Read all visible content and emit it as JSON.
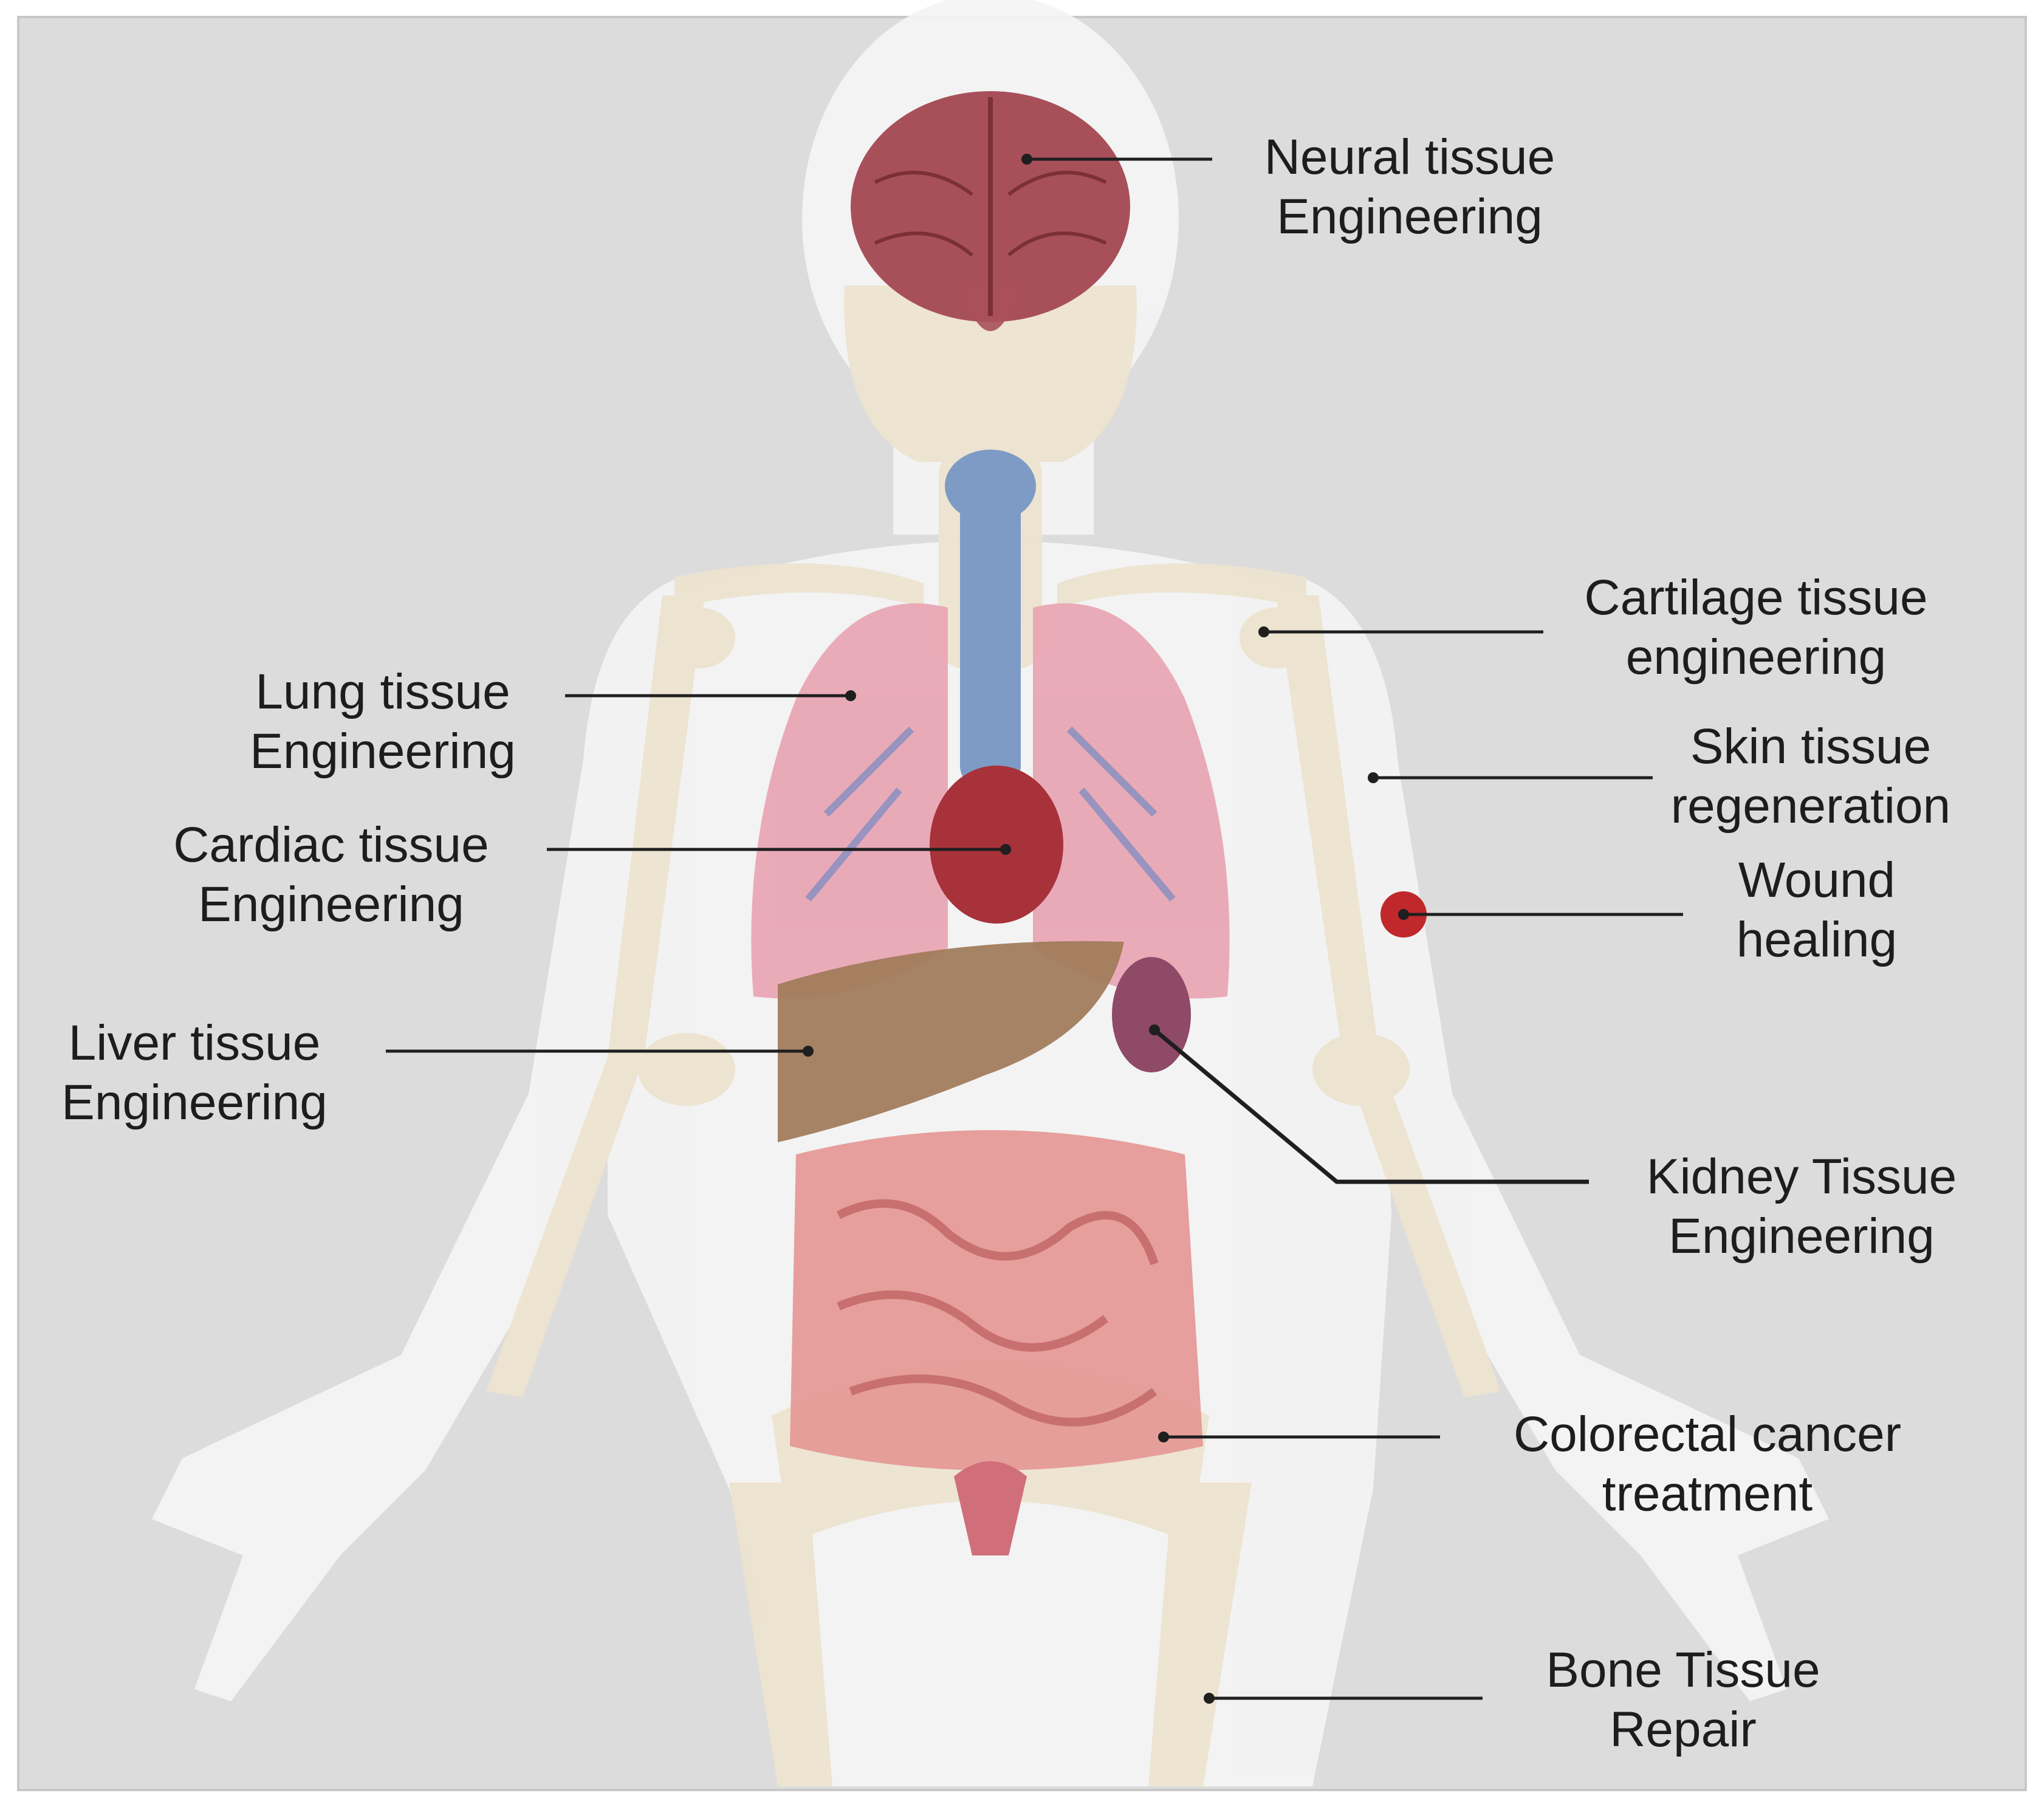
{
  "colors": {
    "background": "#dcdcdc",
    "silhouette": "#f4f4f4",
    "bone": "#ece3cf",
    "brain": "#a8505a",
    "trachea": "#7d9bc4",
    "lung": "#e8a1b0",
    "heart": "#a8323a",
    "liver": "#a07a58",
    "kidney": "#8e4a66",
    "intestine": "#e59a97",
    "wound": "#c0282b",
    "leader_line": "#1f1f1f"
  },
  "labels": [
    {
      "id": "neural",
      "text": "Neural tissue\nEngineering"
    },
    {
      "id": "cartilage",
      "text": "Cartilage tissue\nengineering"
    },
    {
      "id": "skin",
      "text": "Skin tissue\nregeneration"
    },
    {
      "id": "wound",
      "text": "Wound\nhealing"
    },
    {
      "id": "lung",
      "text": "Lung tissue\nEngineering"
    },
    {
      "id": "cardiac",
      "text": "Cardiac tissue\nEngineering"
    },
    {
      "id": "liver",
      "text": "Liver tissue\nEngineering"
    },
    {
      "id": "kidney",
      "text": "Kidney Tissue\nEngineering"
    },
    {
      "id": "colorectal",
      "text": "Colorectal cancer\ntreatment"
    },
    {
      "id": "bone",
      "text": "Bone Tissue\nRepair"
    }
  ]
}
